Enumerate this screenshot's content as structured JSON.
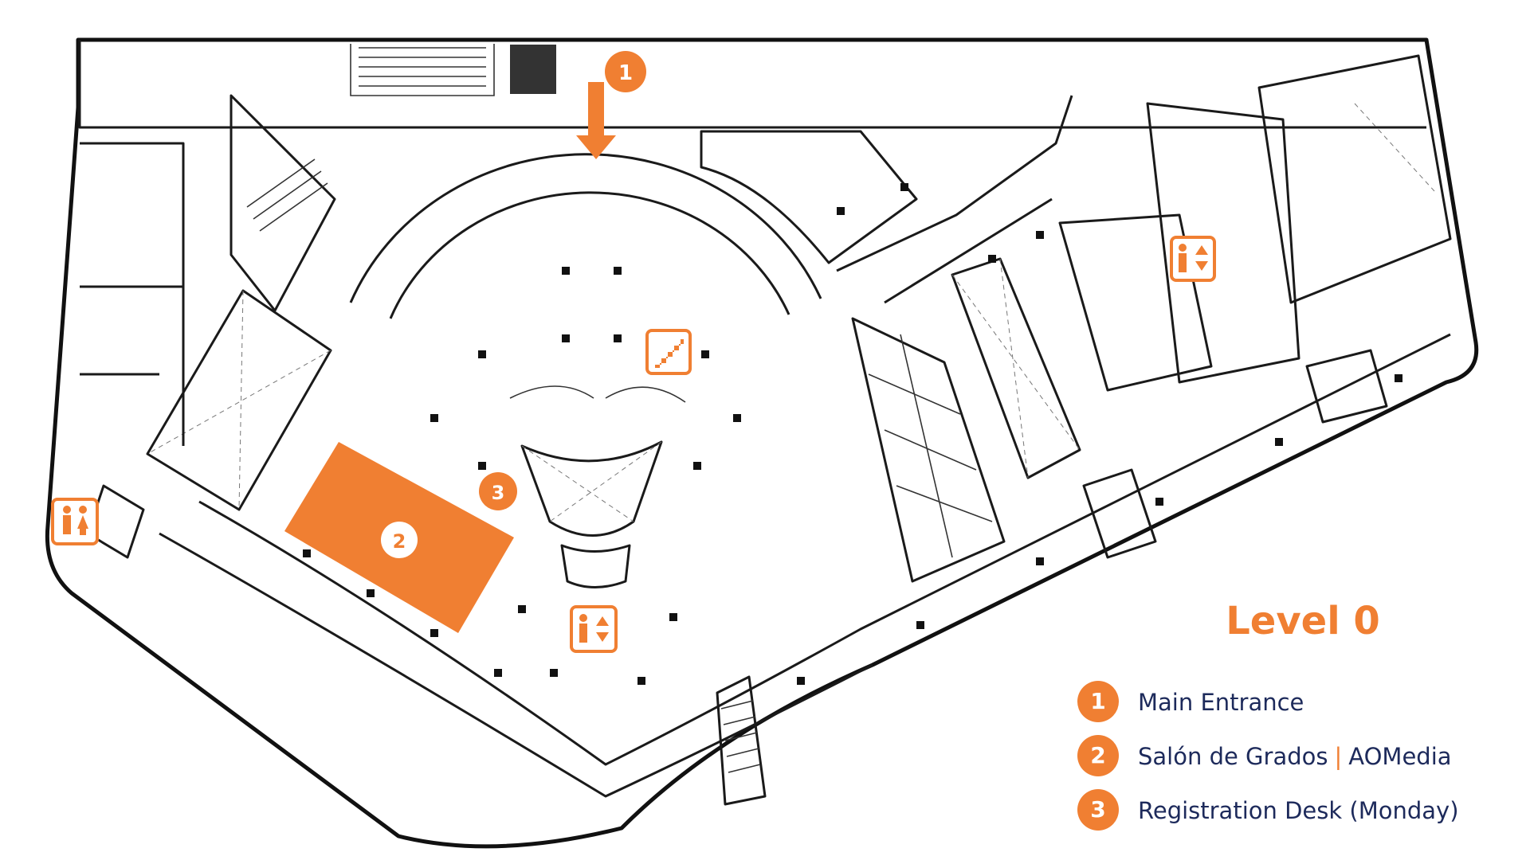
{
  "map": {
    "level_title": "Level 0",
    "accent_color": "#f07f32",
    "text_color": "#1d2a5b",
    "markers": [
      {
        "number": "1",
        "kind": "main-entrance"
      },
      {
        "number": "2",
        "kind": "salon-de-grados-room"
      },
      {
        "number": "3",
        "kind": "registration-desk"
      }
    ],
    "icons": [
      "stairs-icon",
      "elevator-icon",
      "restroom-icon",
      "entrance-arrow-icon"
    ]
  },
  "legend": {
    "items": [
      {
        "number": "1",
        "label": "Main Entrance"
      },
      {
        "number": "2",
        "label": "Salón de Grados",
        "separator": "|",
        "label_extra": "AOMedia"
      },
      {
        "number": "3",
        "label": "Registration Desk (Monday)"
      }
    ]
  }
}
